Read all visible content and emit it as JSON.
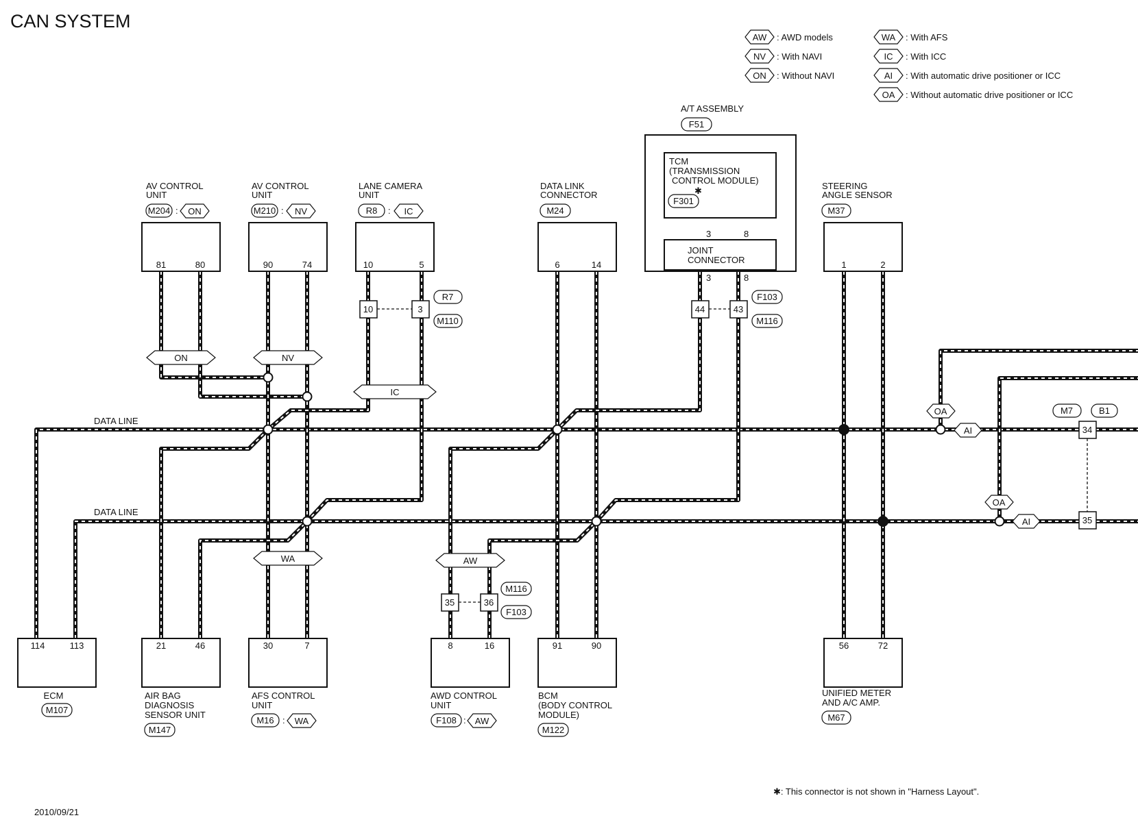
{
  "title": "CAN SYSTEM",
  "date": "2010/09/21",
  "footnote": "✱: This connector is not shown in \"Harness Layout\".",
  "legend": [
    {
      "code": "AW",
      "text": ": AWD models"
    },
    {
      "code": "NV",
      "text": ": With NAVI"
    },
    {
      "code": "ON",
      "text": ": Without NAVI"
    },
    {
      "code": "WA",
      "text": ": With AFS"
    },
    {
      "code": "IC",
      "text": ": With ICC"
    },
    {
      "code": "AI",
      "text": ": With automatic drive positioner or ICC"
    },
    {
      "code": "OA",
      "text": ": Without automatic drive positioner or ICC"
    }
  ],
  "data_line_labels": [
    "DATA LINE",
    "DATA LINE"
  ],
  "units": {
    "av_on": {
      "name": [
        "AV CONTROL",
        "UNIT"
      ],
      "connector": "M204",
      "cond": "ON",
      "pins": [
        "81",
        "80"
      ]
    },
    "av_nv": {
      "name": [
        "AV CONTROL",
        "UNIT"
      ],
      "connector": "M210",
      "cond": "NV",
      "pins": [
        "90",
        "74"
      ]
    },
    "lane": {
      "name": [
        "LANE CAMERA",
        "UNIT"
      ],
      "connector": "R8",
      "cond": "IC",
      "pins": [
        "10",
        "5"
      ]
    },
    "dlc": {
      "name": [
        "DATA LINK",
        "CONNECTOR"
      ],
      "connector": "M24",
      "pins": [
        "6",
        "14"
      ]
    },
    "at": {
      "name": "A/T ASSEMBLY",
      "connector": "F51",
      "tcm": [
        "TCM",
        "(TRANSMISSION",
        "CONTROL MODULE)"
      ],
      "tcm_connector": "F301",
      "star": "✱",
      "joint": [
        "JOINT",
        "CONNECTOR"
      ],
      "pins_top": [
        "3",
        "8"
      ],
      "pins_bottom": [
        "3",
        "8"
      ]
    },
    "steering": {
      "name": [
        "STEERING",
        "ANGLE SENSOR"
      ],
      "connector": "M37",
      "pins": [
        "1",
        "2"
      ]
    },
    "ecm": {
      "name": [
        "ECM"
      ],
      "connector": "M107",
      "pins": [
        "114",
        "113"
      ]
    },
    "airbag": {
      "name": [
        "AIR BAG",
        "DIAGNOSIS",
        "SENSOR UNIT"
      ],
      "connector": "M147",
      "pins": [
        "21",
        "46"
      ]
    },
    "afs": {
      "name": [
        "AFS CONTROL",
        "UNIT"
      ],
      "connector": "M16",
      "cond": "WA",
      "pins": [
        "30",
        "7"
      ]
    },
    "awd": {
      "name": [
        "AWD CONTROL",
        "UNIT"
      ],
      "connector": "F108",
      "cond": "AW",
      "pins": [
        "8",
        "16"
      ]
    },
    "bcm": {
      "name": [
        "BCM",
        "(BODY CONTROL",
        "MODULE)"
      ],
      "connector": "M122",
      "pins": [
        "91",
        "90"
      ]
    },
    "meter": {
      "name": [
        "UNIFIED METER",
        "AND A/C AMP."
      ],
      "connector": "M67",
      "pins": [
        "56",
        "72"
      ]
    }
  },
  "inline": {
    "lane": {
      "left": "10",
      "right": "3",
      "conn_top": "R7",
      "conn_bot": "M110"
    },
    "tcm": {
      "left": "44",
      "right": "43",
      "conn_top": "F103",
      "conn_bot": "M116"
    },
    "awd": {
      "left": "35",
      "right": "36",
      "conn_top": "M116",
      "conn_bot": "F103"
    },
    "right": {
      "top": "34",
      "bottom": "35",
      "conn_a": "M7",
      "conn_b": "B1"
    }
  },
  "branch_tags": {
    "on": "ON",
    "nv": "NV",
    "ic": "IC",
    "wa": "WA",
    "aw": "AW",
    "oa_top": "OA",
    "ai_top": "AI",
    "oa_bot": "OA",
    "ai_bot": "AI"
  }
}
